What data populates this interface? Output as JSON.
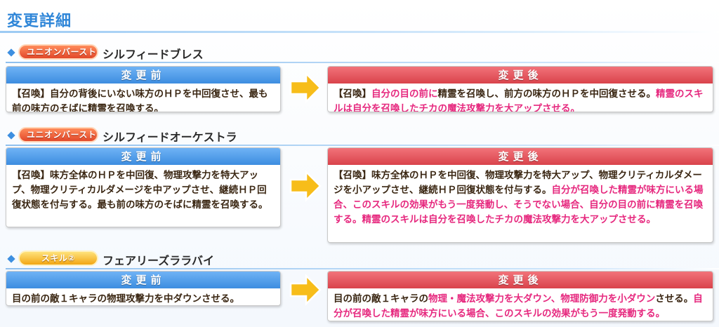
{
  "page": {
    "title": "変更詳細"
  },
  "labels": {
    "before": "変更前",
    "after": "変更後"
  },
  "sections": [
    {
      "tag": "ユニオンバースト",
      "name": "シルフィードブレス",
      "before": "【召喚】自分の背後にいない味方のＨＰを中回復させ、最も前の味方のそばに精霊を召喚する。",
      "after_normal": "【召喚】",
      "after_changed_1": "自分の目の前に",
      "after_normal_2": "精霊を召喚し、前方の味方のＨＰを中回復させる。",
      "after_changed_2": "精霊のスキルは自分を召喚したチカの魔法攻撃力を大アップさせる。"
    },
    {
      "tag": "ユニオンバースト",
      "name": "シルフィードオーケストラ",
      "before": "【召喚】味方全体のＨＰを中回復、物理攻撃力を特大アップ、物理クリティカルダメージを中アップさせ、継続ＨＰ回復状態を付与する。最も前の味方のそばに精霊を召喚する。",
      "after_normal": "【召喚】味方全体のＨＰを中回復、物理攻撃力を特大アップ、物理クリティカルダメージを小アップさせ、継続ＨＰ回復状態を付与する。",
      "after_changed": "自分が召喚した精霊が味方にいる場合、このスキルの効果がもう一度発動し、そうでない場合、自分の目の前に精霊を召喚する。精霊のスキルは自分を召喚したチカの魔法攻撃力を大アップさせる。"
    },
    {
      "tag": "スキル②",
      "name": "フェアリーズララバイ",
      "before": "目の前の敵１キャラの物理攻撃力を中ダウンさせる。",
      "after_normal": "目の前の敵１キャラの",
      "after_changed_1": "物理・魔法攻撃力を大ダウン、物理防御力を小ダウン",
      "after_normal_2": "させる。",
      "after_changed_2": "自分が召喚した精霊が味方にいる場合、このスキルの効果がもう一度発動する。"
    }
  ],
  "colors": {
    "title": "#2f86d8",
    "before_head": "#3d8de0",
    "after_head": "#d9434b",
    "changed_text": "#e6287e",
    "union_tag": "#e2482a",
    "skill_tag": "#f2a614",
    "arrow": "#f5b400"
  },
  "icons": {
    "section_marker": "diamond-icon",
    "change_arrow": "right-arrow-icon"
  }
}
